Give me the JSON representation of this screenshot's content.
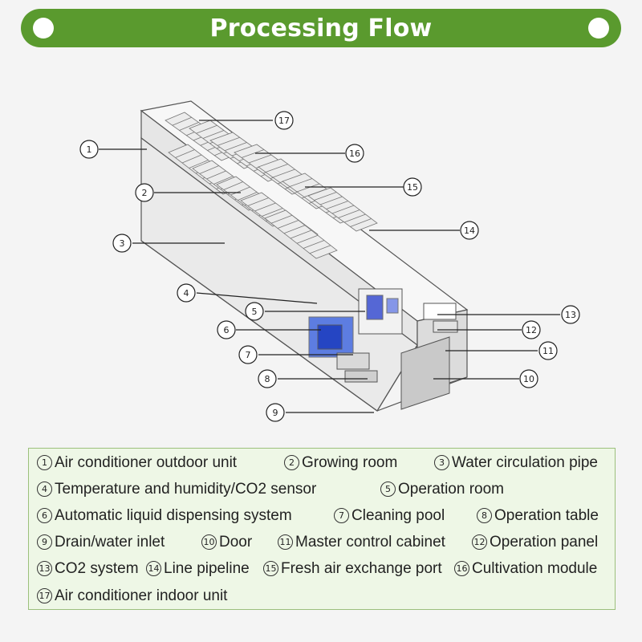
{
  "header": {
    "title": "Processing Flow"
  },
  "callouts": [
    "1",
    "2",
    "3",
    "4",
    "5",
    "6",
    "7",
    "8",
    "9",
    "10",
    "11",
    "12",
    "13",
    "14",
    "15",
    "16",
    "17"
  ],
  "legend": [
    {
      "num": "1",
      "text": "Air conditioner outdoor unit"
    },
    {
      "num": "2",
      "text": "Growing room"
    },
    {
      "num": "3",
      "text": "Water circulation pipe"
    },
    {
      "num": "4",
      "text": "Temperature and humidity/CO2 sensor"
    },
    {
      "num": "5",
      "text": "Operation room"
    },
    {
      "num": "6",
      "text": "Automatic liquid dispensing system"
    },
    {
      "num": "7",
      "text": "Cleaning pool"
    },
    {
      "num": "8",
      "text": "Operation table"
    },
    {
      "num": "9",
      "text": "Drain/water inlet"
    },
    {
      "num": "10",
      "text": "Door"
    },
    {
      "num": "11",
      "text": "Master control cabinet"
    },
    {
      "num": "12",
      "text": "Operation panel"
    },
    {
      "num": "13",
      "text": "CO2 system"
    },
    {
      "num": "14",
      "text": "Line pipeline"
    },
    {
      "num": "15",
      "text": "Fresh air exchange port"
    },
    {
      "num": "16",
      "text": "Cultivation module"
    },
    {
      "num": "17",
      "text": "Air conditioner indoor unit"
    }
  ],
  "colors": {
    "banner": "#5a9a2e",
    "legend_bg": "#eef7e6",
    "legend_border": "#9cc07c",
    "accent_blue": "#2f6fe0"
  }
}
